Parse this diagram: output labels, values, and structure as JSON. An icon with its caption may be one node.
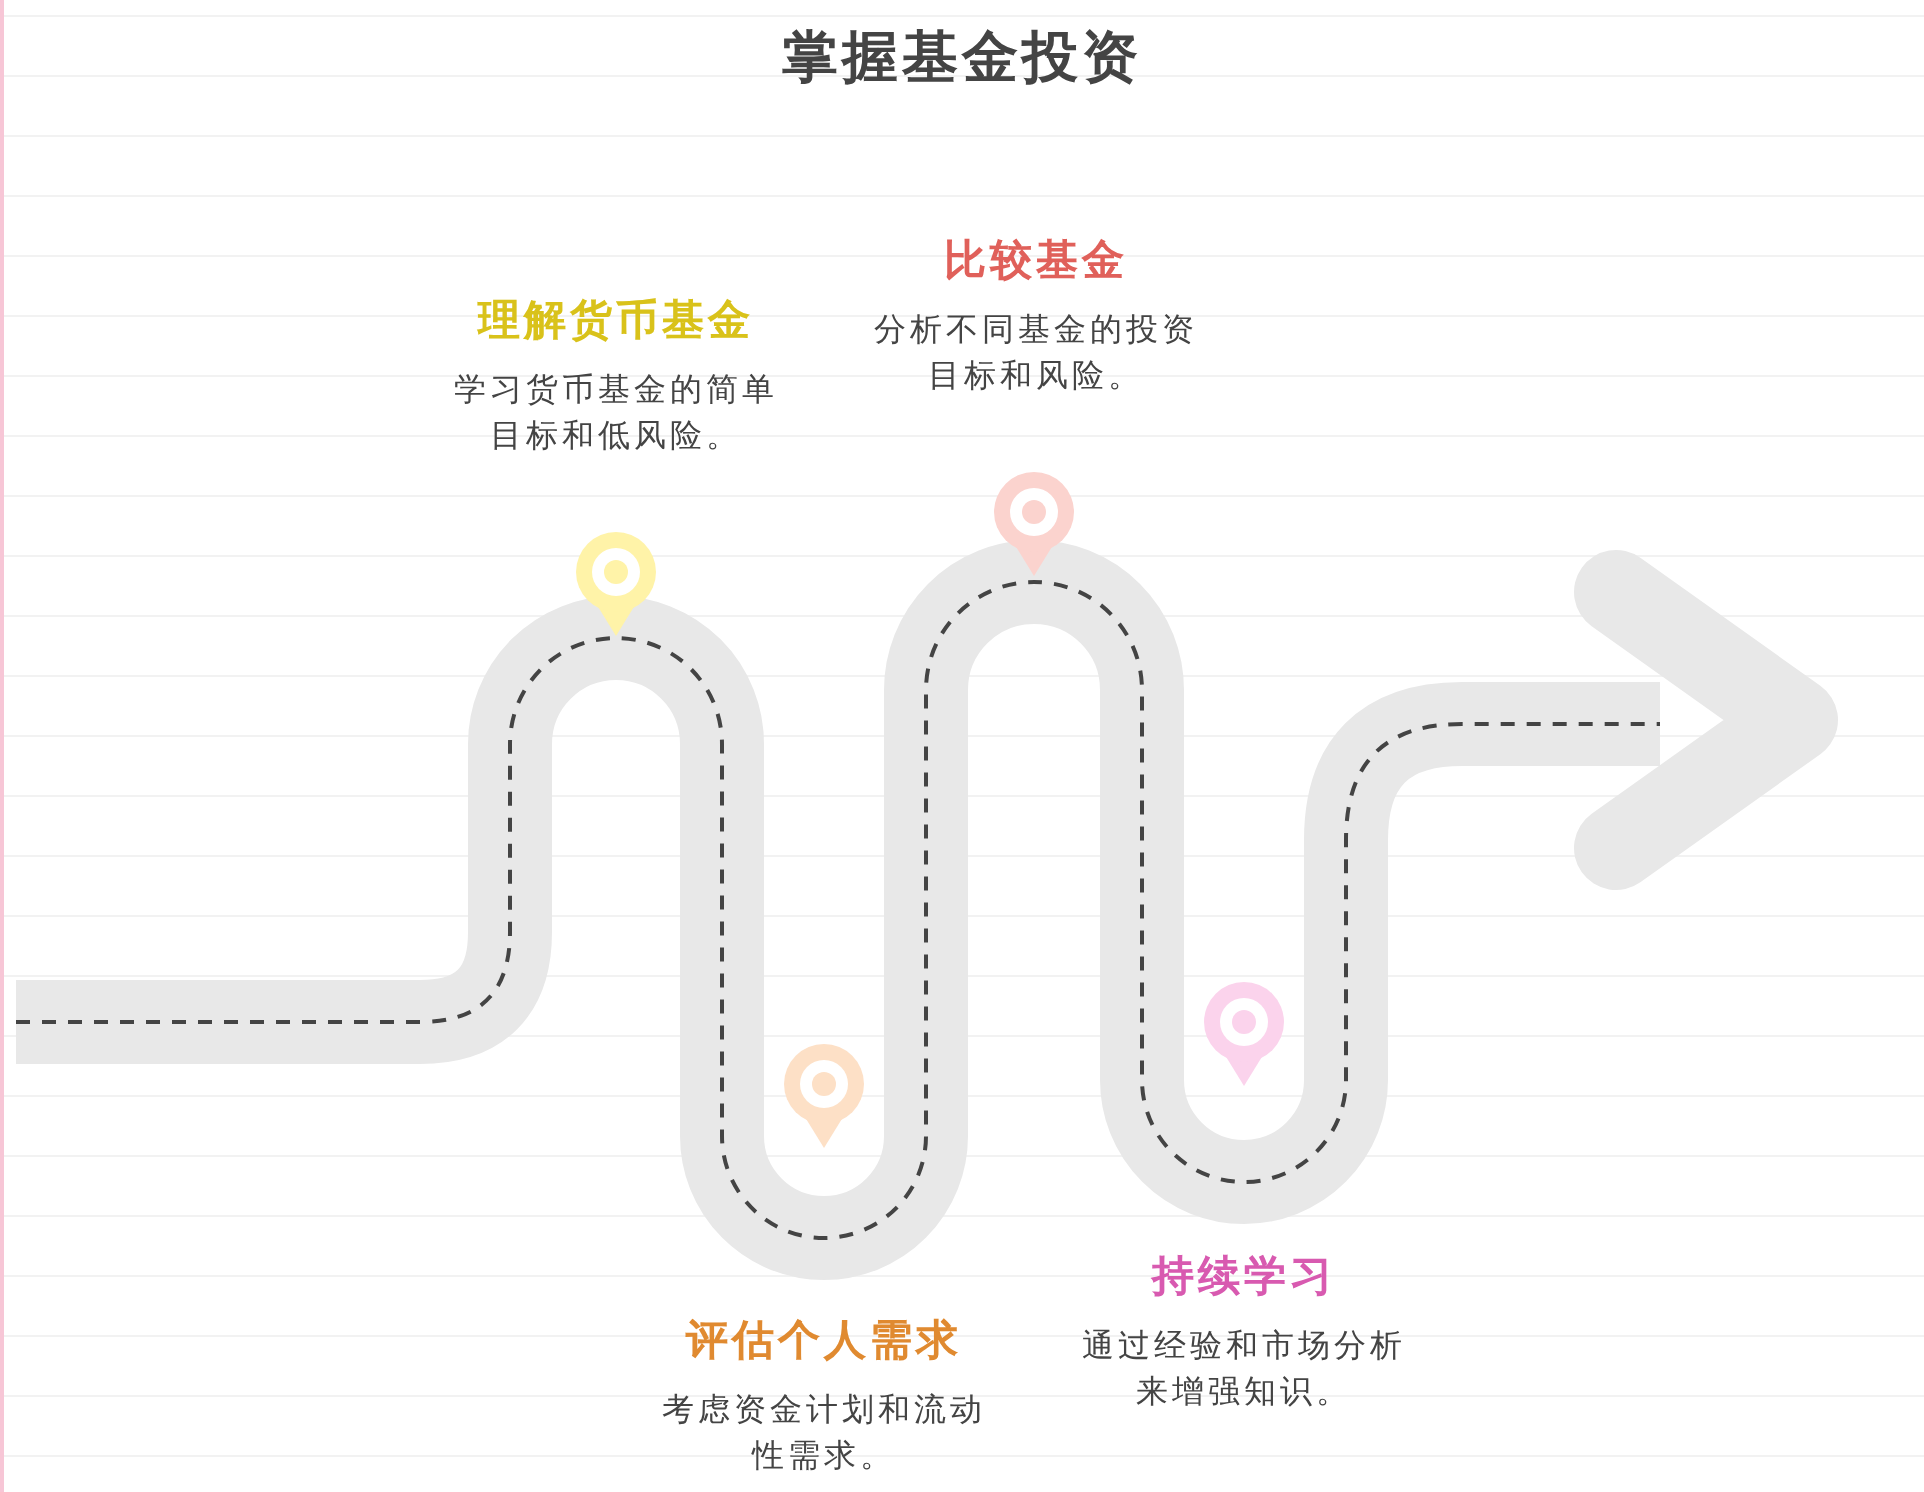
{
  "diagram": {
    "title": "掌握基金投资",
    "nodes": [
      {
        "text": [
          "理解货币基金",
          "学习货币基金的简单目标和低风险。"
        ]
      },
      {
        "text": [
          "评估个人需求",
          "考虑资金计划和流动性需求。"
        ]
      },
      {
        "text": [
          "比较基金",
          "分析不同基金的投资目标和风险。"
        ]
      },
      {
        "text": [
          "持续学习",
          "通过经验和市场分析来增强知识。"
        ]
      }
    ]
  }
}
